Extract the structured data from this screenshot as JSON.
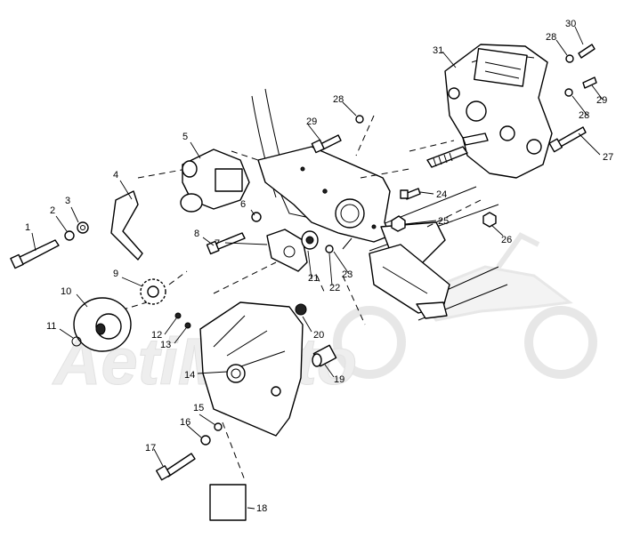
{
  "watermark": {
    "text": "AetiMotto"
  },
  "callouts": [
    {
      "id": "1",
      "label": "1"
    },
    {
      "id": "2",
      "label": "2"
    },
    {
      "id": "3",
      "label": "3"
    },
    {
      "id": "4",
      "label": "4"
    },
    {
      "id": "5",
      "label": "5"
    },
    {
      "id": "6",
      "label": "6"
    },
    {
      "id": "7",
      "label": "7"
    },
    {
      "id": "8",
      "label": "8"
    },
    {
      "id": "9",
      "label": "9"
    },
    {
      "id": "10",
      "label": "10"
    },
    {
      "id": "11",
      "label": "11"
    },
    {
      "id": "12",
      "label": "12"
    },
    {
      "id": "13",
      "label": "13"
    },
    {
      "id": "14",
      "label": "14"
    },
    {
      "id": "15",
      "label": "15"
    },
    {
      "id": "16",
      "label": "16"
    },
    {
      "id": "17",
      "label": "17"
    },
    {
      "id": "18",
      "label": "18"
    },
    {
      "id": "19",
      "label": "19"
    },
    {
      "id": "20",
      "label": "20"
    },
    {
      "id": "21",
      "label": "21"
    },
    {
      "id": "22",
      "label": "22"
    },
    {
      "id": "23",
      "label": "23"
    },
    {
      "id": "24",
      "label": "24"
    },
    {
      "id": "25",
      "label": "25"
    },
    {
      "id": "26",
      "label": "26"
    },
    {
      "id": "27",
      "label": "27"
    },
    {
      "id": "28a",
      "label": "28"
    },
    {
      "id": "28b",
      "label": "28"
    },
    {
      "id": "28c",
      "label": "28"
    },
    {
      "id": "29a",
      "label": "29"
    },
    {
      "id": "29b",
      "label": "29"
    },
    {
      "id": "30",
      "label": "30"
    },
    {
      "id": "31",
      "label": "31"
    }
  ]
}
